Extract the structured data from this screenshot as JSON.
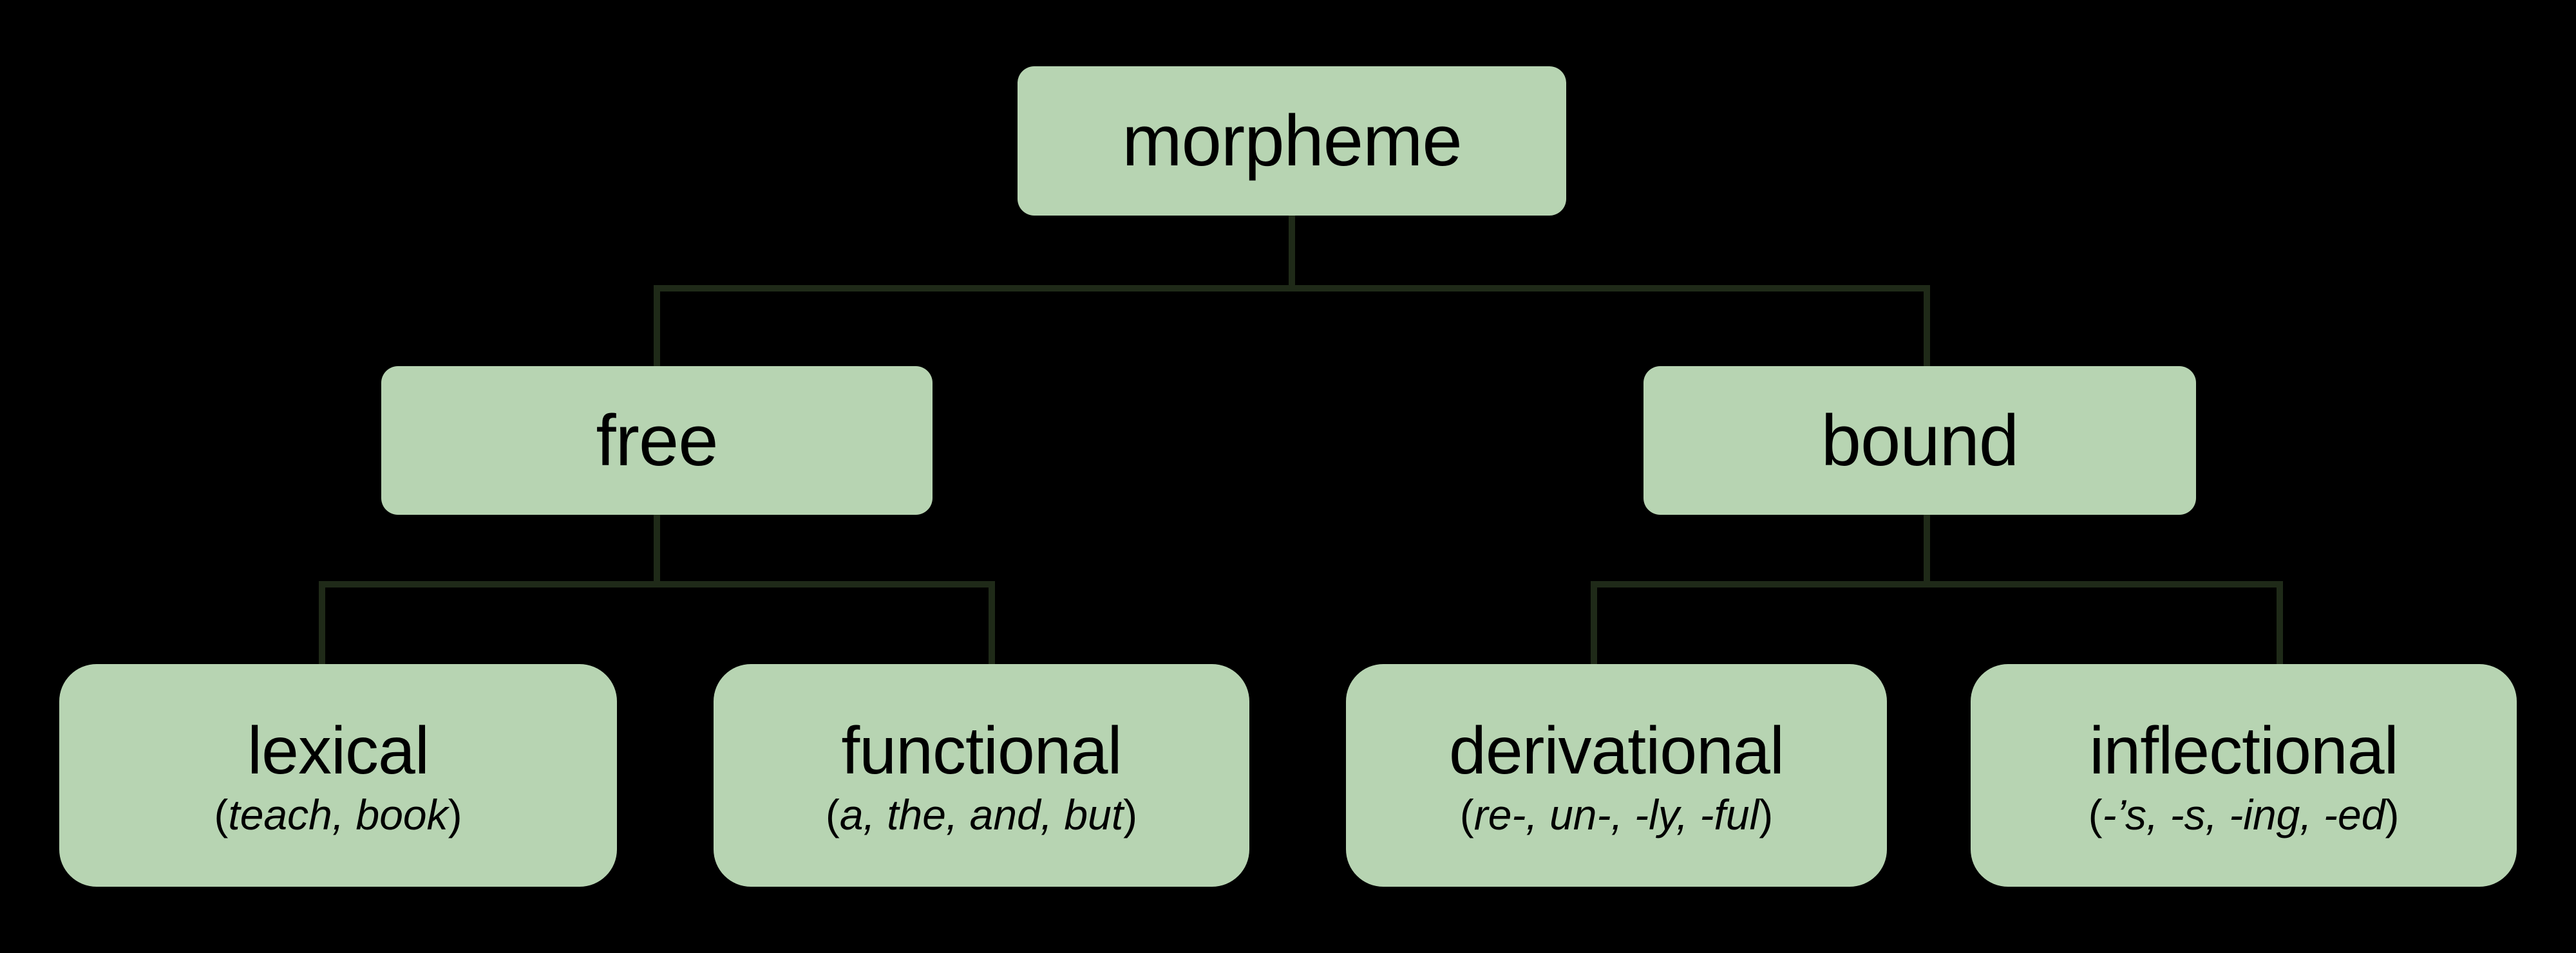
{
  "diagram": {
    "title": "morpheme classification tree",
    "background_color": "#000000",
    "node_fill_color": "#b7d4b2",
    "node_text_color": "#000000",
    "connector_color": "#1f2a18"
  },
  "nodes": {
    "root": {
      "label": "morpheme"
    },
    "level2": [
      {
        "label": "free"
      },
      {
        "label": "bound"
      }
    ],
    "level3": [
      {
        "label": "lexical",
        "examples_open": "(",
        "examples_italic": "teach, book",
        "examples_close": ")"
      },
      {
        "label": "functional",
        "examples_open": "(",
        "examples_italic": "a, the, and, but",
        "examples_close": ")"
      },
      {
        "label": "derivational",
        "examples_open": "(",
        "examples_italic": "re-, un-, -ly, -ful",
        "examples_close": ")"
      },
      {
        "label": "inflectional",
        "examples_open": "(",
        "examples_italic": "-’s, -s, -ing, -ed",
        "examples_close": ")"
      }
    ]
  }
}
